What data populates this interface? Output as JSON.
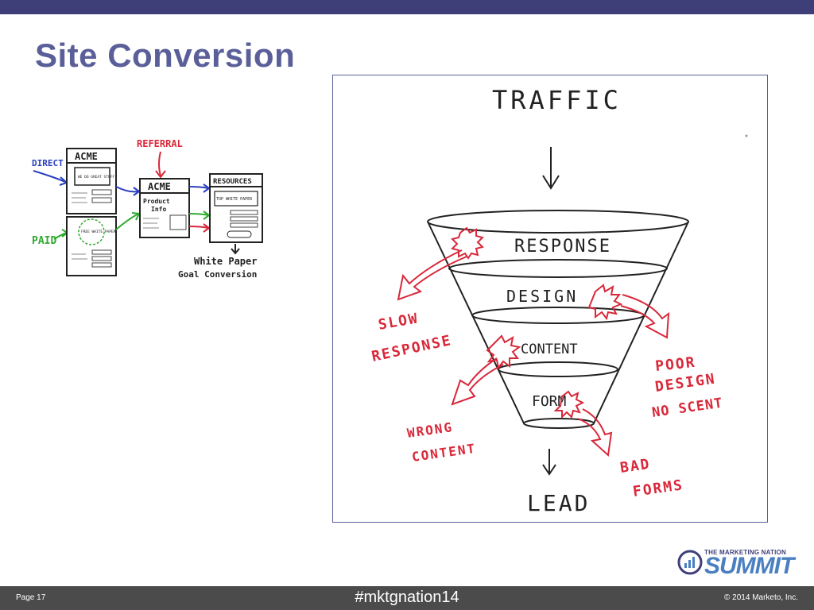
{
  "slide": {
    "title": "Site Conversion"
  },
  "left_diagram": {
    "labels": {
      "direct": "DIRECT",
      "paid": "PAID",
      "referral": "REFERRAL",
      "acme_1": "ACME",
      "acme_2": "ACME",
      "resources": "RESOURCES",
      "great_stuff": "WE DO GREAT STUFF!",
      "free_white_paper": "FREE WHITE PAPER!",
      "product_info_1": "Product",
      "product_info_2": "Info",
      "top_white_paper": "TOP WHITE PAPER",
      "goal_1": "White Paper",
      "goal_2": "Goal Conversion"
    }
  },
  "funnel": {
    "top": "TRAFFIC",
    "bottom": "LEAD",
    "stages": [
      "RESPONSE",
      "DESIGN",
      "CONTENT",
      "FORM"
    ],
    "drop_offs": {
      "slow_1": "SLOW",
      "slow_2": "RESPONSE",
      "poor_1": "POOR",
      "poor_2": "DESIGN",
      "poor_3": "NO SCENT",
      "wrong_1": "WRONG",
      "wrong_2": "CONTENT",
      "bad_1": "BAD",
      "bad_2": "FORMS"
    },
    "colors": {
      "ink": "#222222",
      "red": "#d8283a"
    }
  },
  "logo": {
    "top_text": "THE MARKETING NATION",
    "main_text": "SUMMIT"
  },
  "footer": {
    "page": "Page 17",
    "hashtag": "#mktgnation14",
    "copyright": "© 2014 Marketo, Inc."
  }
}
